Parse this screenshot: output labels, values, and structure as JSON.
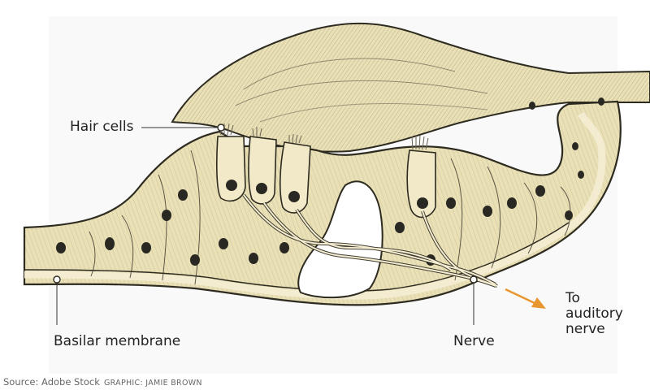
{
  "labels": {
    "hair_cells": "Hair cells",
    "basilar_membrane": "Basilar membrane",
    "nerve": "Nerve",
    "to_auditory_nerve": [
      "To",
      "auditory",
      "nerve"
    ]
  },
  "footer": {
    "source": "Source: Adobe Stock",
    "credit": "GRAPHIC: JAMIE BROWN"
  },
  "colors": {
    "tissue": "#e9e0b6",
    "tissue_dark": "#cfc493",
    "ink": "#2d2a20",
    "nucleus": "#2a2822",
    "arrow": "#e8962f",
    "leader": "#333333"
  }
}
